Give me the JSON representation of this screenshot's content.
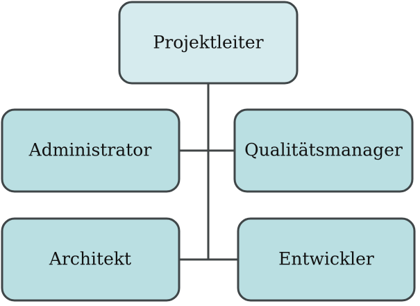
{
  "org_chart": {
    "root": {
      "label": "Projektleiter"
    },
    "members": [
      {
        "label": "Administrator"
      },
      {
        "label": "Qualitätsmanager"
      },
      {
        "label": "Architekt"
      },
      {
        "label": "Entwickler"
      }
    ]
  },
  "colors": {
    "root_fill": "#d6ebee",
    "member_fill": "#badfe2",
    "border": "#3f4648",
    "line": "#404546",
    "text": "#111111"
  }
}
